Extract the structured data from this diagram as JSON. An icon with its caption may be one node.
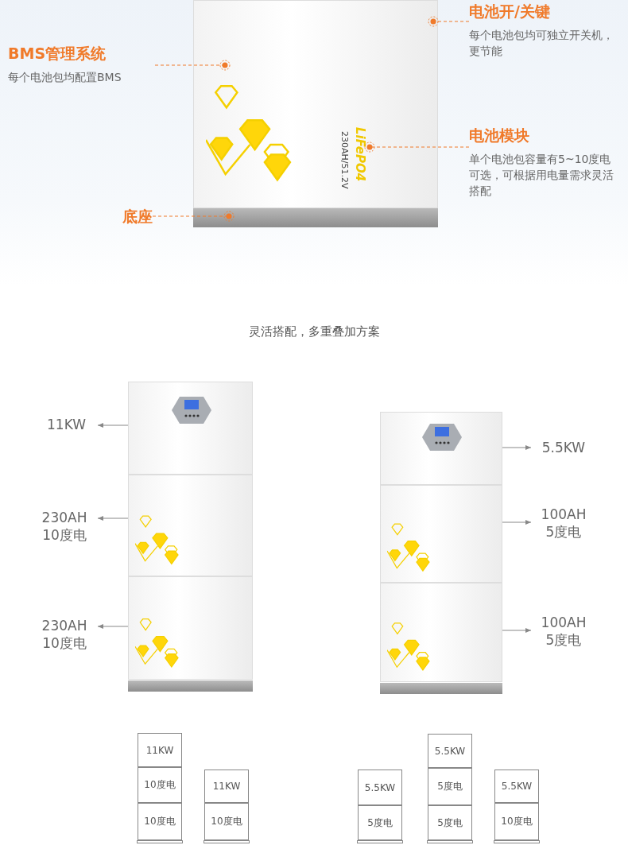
{
  "diagram": {
    "title": "灵活搭配，多重叠加方案",
    "nodes": [
      {
        "text": [
          "BMS管理系统",
          "每个电池包均配置BMS"
        ]
      },
      {
        "text": [
          "电池开/关键",
          "每个电池包均可独立开关机，更节能"
        ]
      },
      {
        "text": [
          "电池模块",
          "单个电池包容量有5~10度电可选，可根据用电量需求灵活搭配"
        ]
      },
      {
        "text": [
          "底座"
        ]
      },
      {
        "text": [],
        "shape": "picture"
      },
      {
        "text": [],
        "shape": "bar"
      },
      {
        "text": [],
        "shape": "picture"
      },
      {
        "text": [],
        "shape": "picture"
      },
      {
        "text": [],
        "shape": "picture"
      },
      {
        "text": [
          "11KW"
        ]
      },
      {
        "text": [
          "230AH 10度电"
        ]
      },
      {
        "text": [
          "230AH 10度电"
        ]
      },
      {
        "text": [],
        "shape": "picture"
      },
      {
        "text": [],
        "shape": "picture"
      },
      {
        "text": [],
        "shape": "picture"
      },
      {
        "text": [
          "5.5KW"
        ]
      },
      {
        "text": [
          "100AH 5度电"
        ]
      },
      {
        "text": [
          "100AH 5度电"
        ]
      },
      {
        "text": [
          "11KW"
        ]
      },
      {
        "text": [
          "10度电"
        ]
      },
      {
        "text": [
          "10度电"
        ]
      },
      {
        "text": [
          "11KW"
        ]
      },
      {
        "text": [
          "10度电"
        ]
      },
      {
        "text": [
          "5.5KW"
        ]
      },
      {
        "text": [
          "5度电"
        ]
      },
      {
        "text": [
          "5.5KW"
        ]
      },
      {
        "text": [
          "5度电"
        ]
      },
      {
        "text": [
          "5度电"
        ]
      },
      {
        "text": [
          "5.5KW"
        ]
      },
      {
        "text": [
          "10度电"
        ]
      }
    ],
    "edges": [
      {
        "from": 0,
        "to": 4,
        "arrow": "other",
        "style": "dashed",
        "color": "#f07a2a"
      },
      {
        "from": 1,
        "to": 4,
        "arrow": "other",
        "style": "dashed",
        "color": "#f07a2a"
      },
      {
        "from": 2,
        "to": 4,
        "arrow": "other",
        "style": "dashed",
        "color": "#f07a2a"
      },
      {
        "from": 3,
        "to": 5,
        "arrow": "other",
        "style": "dashed",
        "color": "#f07a2a"
      },
      {
        "from": 6,
        "to": 9,
        "arrow": "to"
      },
      {
        "from": 7,
        "to": 10,
        "arrow": "to"
      },
      {
        "from": 8,
        "to": 11,
        "arrow": "to"
      },
      {
        "from": 12,
        "to": 15,
        "arrow": "to"
      },
      {
        "from": 13,
        "to": 16,
        "arrow": "to"
      },
      {
        "from": 14,
        "to": 17,
        "arrow": "to"
      }
    ],
    "labels": [
      "LiFePO4",
      "230AH/51.2V"
    ]
  }
}
